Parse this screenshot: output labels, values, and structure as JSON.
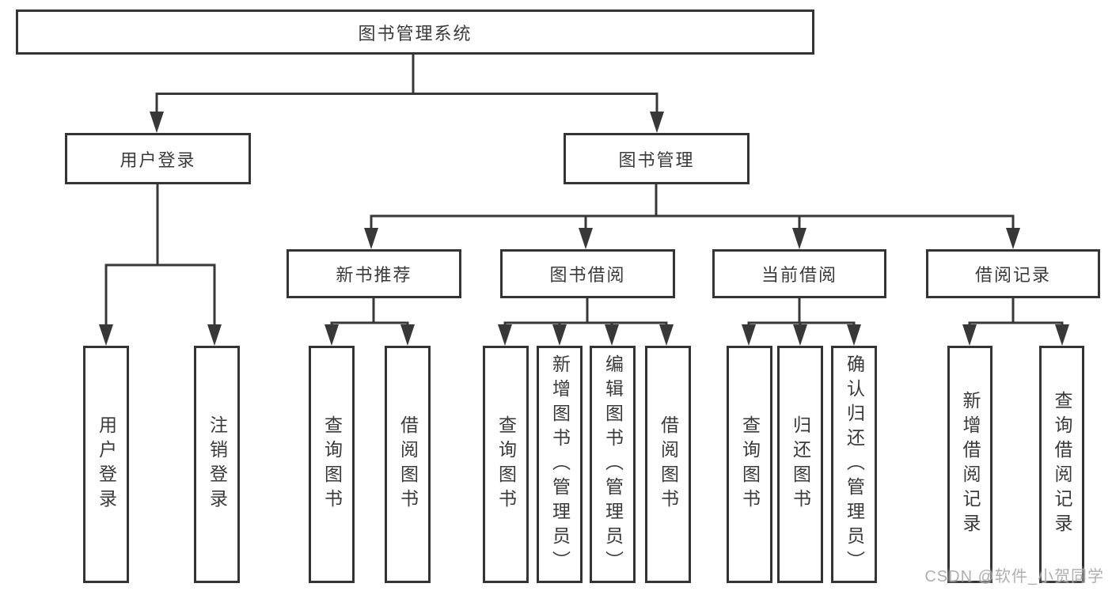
{
  "diagram": {
    "title": "图书管理系统",
    "watermark": "CSDN @软件_小贺同学",
    "colors": {
      "line": "#383838",
      "text": "#3a3a3a",
      "background": "#ffffff",
      "watermark": "#a8a8a8"
    },
    "nodes": {
      "root": {
        "label": "图书管理系统"
      },
      "user_login": {
        "label": "用户登录"
      },
      "book_mgmt": {
        "label": "图书管理"
      },
      "login": {
        "label": "用户登录"
      },
      "logout": {
        "label": "注销登录"
      },
      "new_book_rec": {
        "label": "新书推荐"
      },
      "book_borrow": {
        "label": "图书借阅"
      },
      "current_borrow": {
        "label": "当前借阅"
      },
      "borrow_record": {
        "label": "借阅记录"
      },
      "nbr_query": {
        "label": "查询图书"
      },
      "nbr_borrow": {
        "label": "借阅图书"
      },
      "bb_query": {
        "label": "查询图书"
      },
      "bb_add": {
        "label": "新增图书（管理员）"
      },
      "bb_edit": {
        "label": "编辑图书（管理员）"
      },
      "bb_borrow": {
        "label": "借阅图书"
      },
      "cb_query": {
        "label": "查询图书"
      },
      "cb_return": {
        "label": "归还图书"
      },
      "cb_confirm": {
        "label": "确认归还（管理员）"
      },
      "br_add": {
        "label": "新增借阅记录"
      },
      "br_query": {
        "label": "查询借阅记录"
      }
    },
    "edges": [
      {
        "from": "root",
        "to": [
          "user_login",
          "book_mgmt"
        ]
      },
      {
        "from": "user_login",
        "to": [
          "login",
          "logout"
        ]
      },
      {
        "from": "book_mgmt",
        "to": [
          "new_book_rec",
          "book_borrow",
          "current_borrow",
          "borrow_record"
        ]
      },
      {
        "from": "new_book_rec",
        "to": [
          "nbr_query",
          "nbr_borrow"
        ]
      },
      {
        "from": "book_borrow",
        "to": [
          "bb_query",
          "bb_add",
          "bb_edit",
          "bb_borrow"
        ]
      },
      {
        "from": "current_borrow",
        "to": [
          "cb_query",
          "cb_return",
          "cb_confirm"
        ]
      },
      {
        "from": "borrow_record",
        "to": [
          "br_add",
          "br_query"
        ]
      }
    ]
  }
}
